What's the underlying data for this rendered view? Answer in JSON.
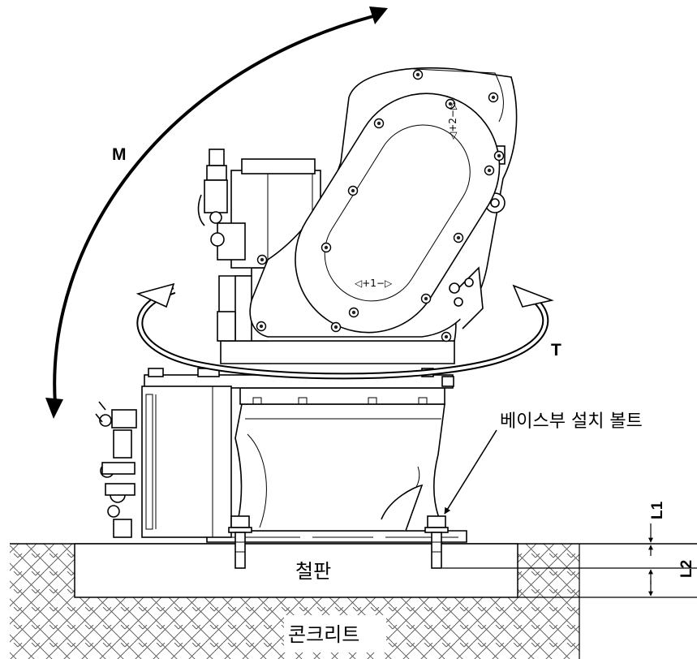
{
  "labels": {
    "moment": "M",
    "torque": "T",
    "base_bolt": "베이스부 설치 볼트",
    "steel_plate": "철판",
    "concrete": "콘크리트",
    "l1": "L1",
    "l2": "L2",
    "axis1_mark": "◁+1−▷",
    "axis2_mark": "◁+2−▷"
  }
}
